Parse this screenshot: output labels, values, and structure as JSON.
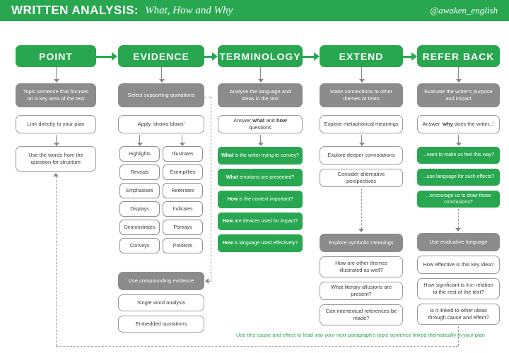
{
  "colors": {
    "green": "#28a750",
    "gray": "#8c8c8c",
    "box_border": "#9b9b9b",
    "box_text": "#3d3d3d",
    "dash": "#9a9a9a"
  },
  "top_bar": {
    "title": "WRITTEN ANALYSIS:",
    "subtitle": "What, How and Why",
    "handle": "@awaken_english"
  },
  "headers": {
    "point": "POINT",
    "evidence": "EVIDENCE",
    "terminology": "TERMINOLOGY",
    "extend": "EXTEND",
    "refer_back": "REFER BACK"
  },
  "point": {
    "summary": "Topic sentence that focuses on a key area of the text",
    "tip1": "Link directly to your plan",
    "tip2": "Use the words from the question for structure"
  },
  "evidence": {
    "summary": "Select supporting quotations",
    "tip1": "Apply ‘shows blows’",
    "words_left": [
      "Highlights",
      "Reveals",
      "Emphasises",
      "Displays",
      "Demonstrates",
      "Conveys"
    ],
    "words_right": [
      "Illustrates",
      "Exemplifies",
      "Reiterates",
      "Indicates",
      "Portrays",
      "Presents"
    ],
    "compound": "Use compounding evidence",
    "tip2": "Single word analysis",
    "tip3": "Embedded quotations"
  },
  "terminology": {
    "summary": "Analyse the language and ideas in the text",
    "answer": {
      "p1": "Answer ",
      "b1": "what",
      "p2": " and ",
      "b2": "how",
      "p3": " questions"
    },
    "questions": [
      {
        "bold": "What",
        "rest": " is the writer trying to convey?"
      },
      {
        "bold": "What",
        "rest": " emotions are presented?"
      },
      {
        "bold": "How",
        "rest": " is the context important?"
      },
      {
        "bold": "How",
        "rest": " are devices used for impact?"
      },
      {
        "bold": "How",
        "rest": " is language used effectively?"
      }
    ]
  },
  "extend": {
    "summary": "Make connections to other themes or texts",
    "tip1": "Explore metaphorical meanings",
    "tip2": "Explore deeper connotations",
    "tip3": "Consider alternative perspectives",
    "symbolic": "Explore symbolic meanings",
    "q1": "How are other themes illustrated as well?",
    "q2": "What literary allusions are present?",
    "q3": "Can intertextual references be made?"
  },
  "refer_back": {
    "summary": "Evaluate the writer's purpose and impact",
    "answer": {
      "p1": "Answer ‘",
      "b1": "why",
      "p2": " does the writer...’"
    },
    "questions": [
      "...want to make us feel this way?",
      "...use language for such effects?",
      "...encourage us to draw these conclusions?"
    ],
    "evaluative": "Use evaluative language",
    "q1": "How effective is this key idea?",
    "q2": "How significant is it in relation to the rest of the text?",
    "q3": "Is it linked to other ideas through cause and effect?"
  },
  "footer": {
    "note": "Use this cause and effect to lead into your next paragraph's topic sentence linked thematically in your plan"
  }
}
